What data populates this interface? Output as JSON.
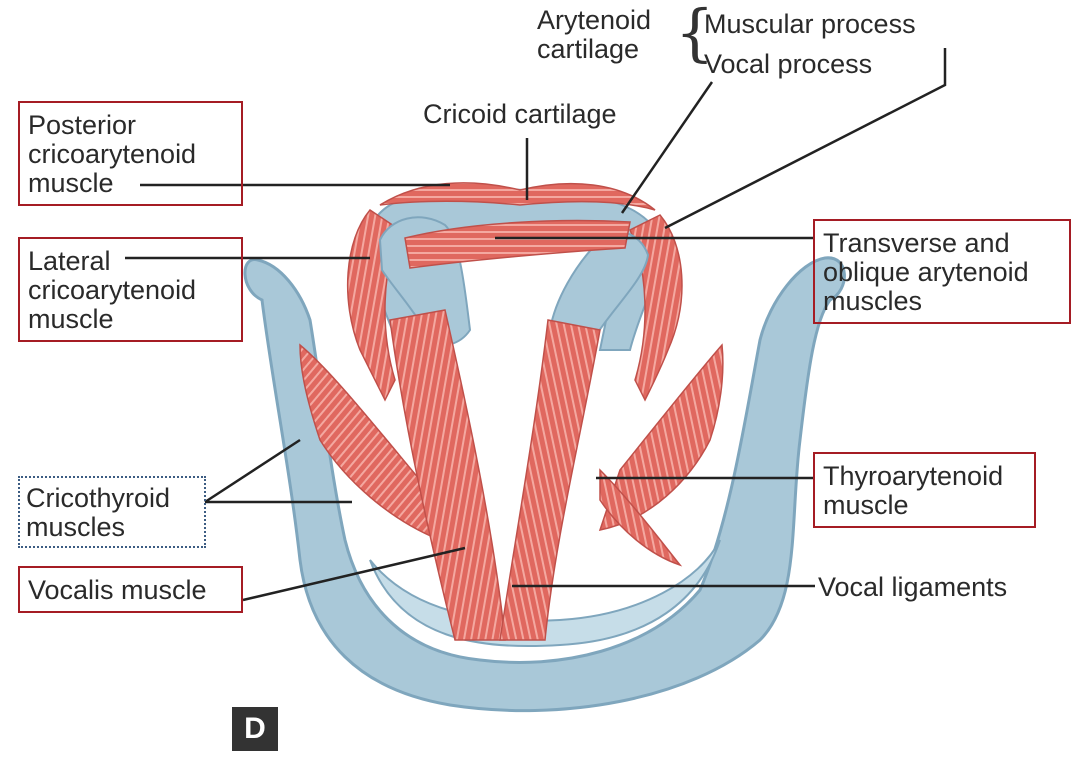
{
  "labels": {
    "arytenoid": [
      "Arytenoid",
      "cartilage"
    ],
    "muscular_process": "Muscular process",
    "vocal_process": "Vocal process",
    "cricoid": "Cricoid cartilage",
    "posterior": [
      "Posterior",
      "cricoarytenoid",
      "muscle"
    ],
    "lateral": [
      "Lateral",
      "cricoarytenoid",
      "muscle"
    ],
    "transverse": [
      "Transverse and",
      "oblique arytenoid",
      "muscles"
    ],
    "cricothyroid": [
      "Cricothyroid",
      "muscles"
    ],
    "thyroarytenoid": [
      "Thyroarytenoid",
      "muscle"
    ],
    "vocalis": "Vocalis muscle",
    "vocal_ligaments": "Vocal ligaments",
    "panel": "D"
  },
  "colors": {
    "muscle": "#e0685f",
    "muscle_stripe": "#f4a8a0",
    "cartilage": "#a9c8d8",
    "cartilage_edge": "#7fa6bd",
    "box_border": "#a51c24",
    "leader": "#222222"
  }
}
